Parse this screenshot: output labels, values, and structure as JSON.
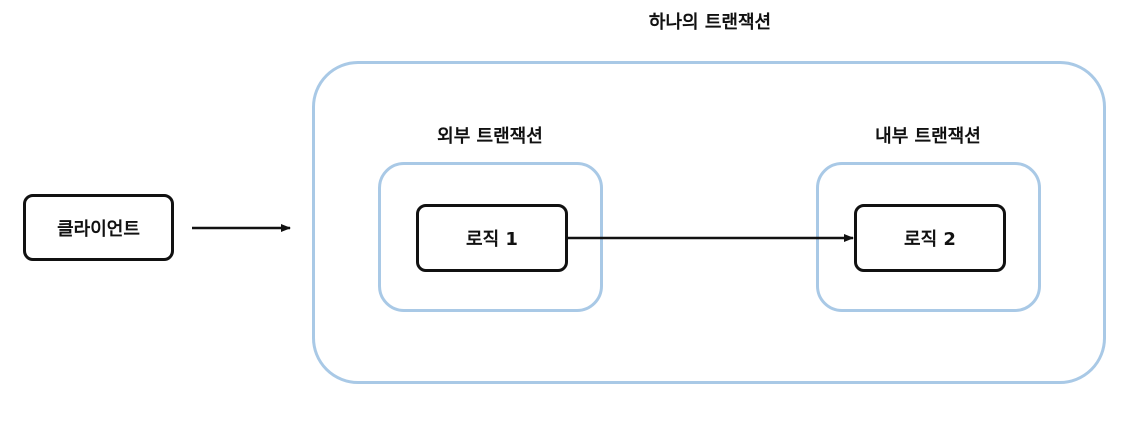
{
  "diagram": {
    "global_transaction_label": "하나의 트랜잭션",
    "outer_transaction_label": "외부 트랜잭션",
    "inner_transaction_label": "내부 트랜잭션",
    "client_label": "클라이언트",
    "logic1_label": "로직 1",
    "logic2_label": "로직 2"
  },
  "colors": {
    "container_border": "#a9c9e6",
    "node_border": "#111111",
    "arrow": "#111111"
  }
}
